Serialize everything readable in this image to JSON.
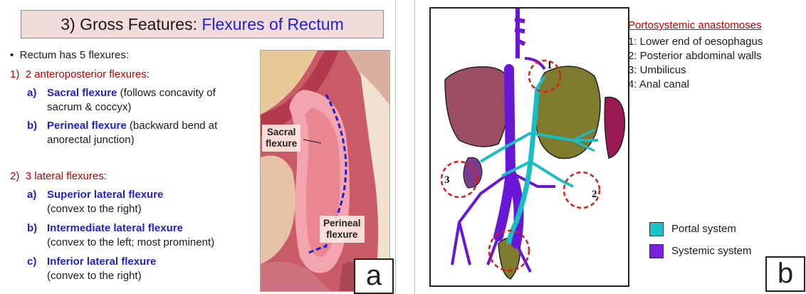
{
  "panel_a": {
    "title_prefix": "3) Gross Features: ",
    "title_highlight": "Flexures of Rectum",
    "bullet": "•",
    "intro": "Rectum has 5 flexures:",
    "group1_num": "1)",
    "group1_heading": "2 anteroposterior flexures",
    "group1_colon": ":",
    "group1_items": [
      {
        "label": "a)",
        "term": "Sacral flexure",
        "desc1": " (follows concavity of",
        "desc2": "sacrum & coccyx)"
      },
      {
        "label": "b)",
        "term": "Perineal flexure",
        "desc1": " (backward bend at",
        "desc2": "anorectal junction)"
      }
    ],
    "group2_num": "2)",
    "group2_heading": "3 lateral flexures",
    "group2_colon": ":",
    "group2_items": [
      {
        "label": "a)",
        "term": "Superior lateral flexure",
        "desc": "(convex to the right)"
      },
      {
        "label": "b)",
        "term": "Intermediate lateral flexure",
        "desc": "(convex to the left; most prominent)"
      },
      {
        "label": "c)",
        "term": "Inferior lateral flexure",
        "desc": "(convex to the right)"
      }
    ],
    "callout_sacral": [
      "Sacral",
      "flexure"
    ],
    "callout_perineal": [
      "Perineal",
      "flexure"
    ],
    "corner_label": "a",
    "colors": {
      "title_bg": "#f2dcdb",
      "heading_red": "#c00000",
      "term_blue": "#1f1fd6",
      "dashed_line": "#1f1fd6"
    }
  },
  "panel_b": {
    "legend_title": "Portosystemic anastomoses",
    "sites": [
      "1: Lower end of oesophagus",
      "2: Posterior abdominal walls",
      "3: Umbilicus",
      "4: Anal canal"
    ],
    "diagram_markers": [
      "1",
      "2",
      "3"
    ],
    "legend": [
      {
        "label": "Portal system",
        "color": "#19c3c8"
      },
      {
        "label": "Systemic system",
        "color": "#7a1fe0"
      }
    ],
    "corner_label": "b"
  }
}
